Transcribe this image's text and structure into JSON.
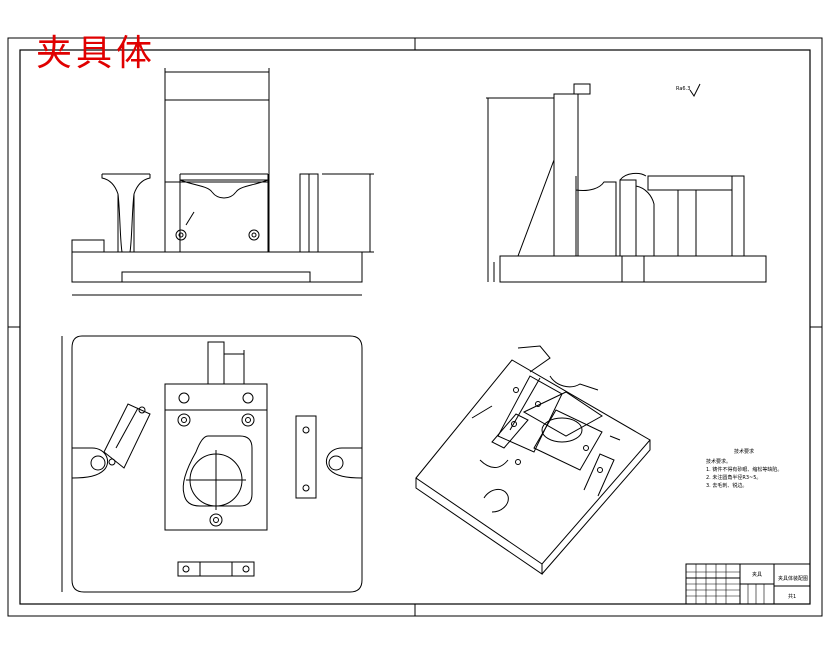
{
  "drawing": {
    "title_overlay": "夹具体",
    "tech_requirements": {
      "heading": "技术要求",
      "items": [
        "技术要求。",
        "1. 铸件不得有砂眼、缩松等缺陷。",
        "2. 未注圆角半径R3~5。",
        "3. 去毛刺、锐边。"
      ]
    },
    "title_block": {
      "part_name": "夹具",
      "drawing_no": "夹具体装配图",
      "sheet": "共1"
    },
    "surface_roughness": "Ra6.3"
  },
  "colors": {
    "line": "#000000",
    "title_red": "#e00000",
    "background": "#ffffff"
  }
}
